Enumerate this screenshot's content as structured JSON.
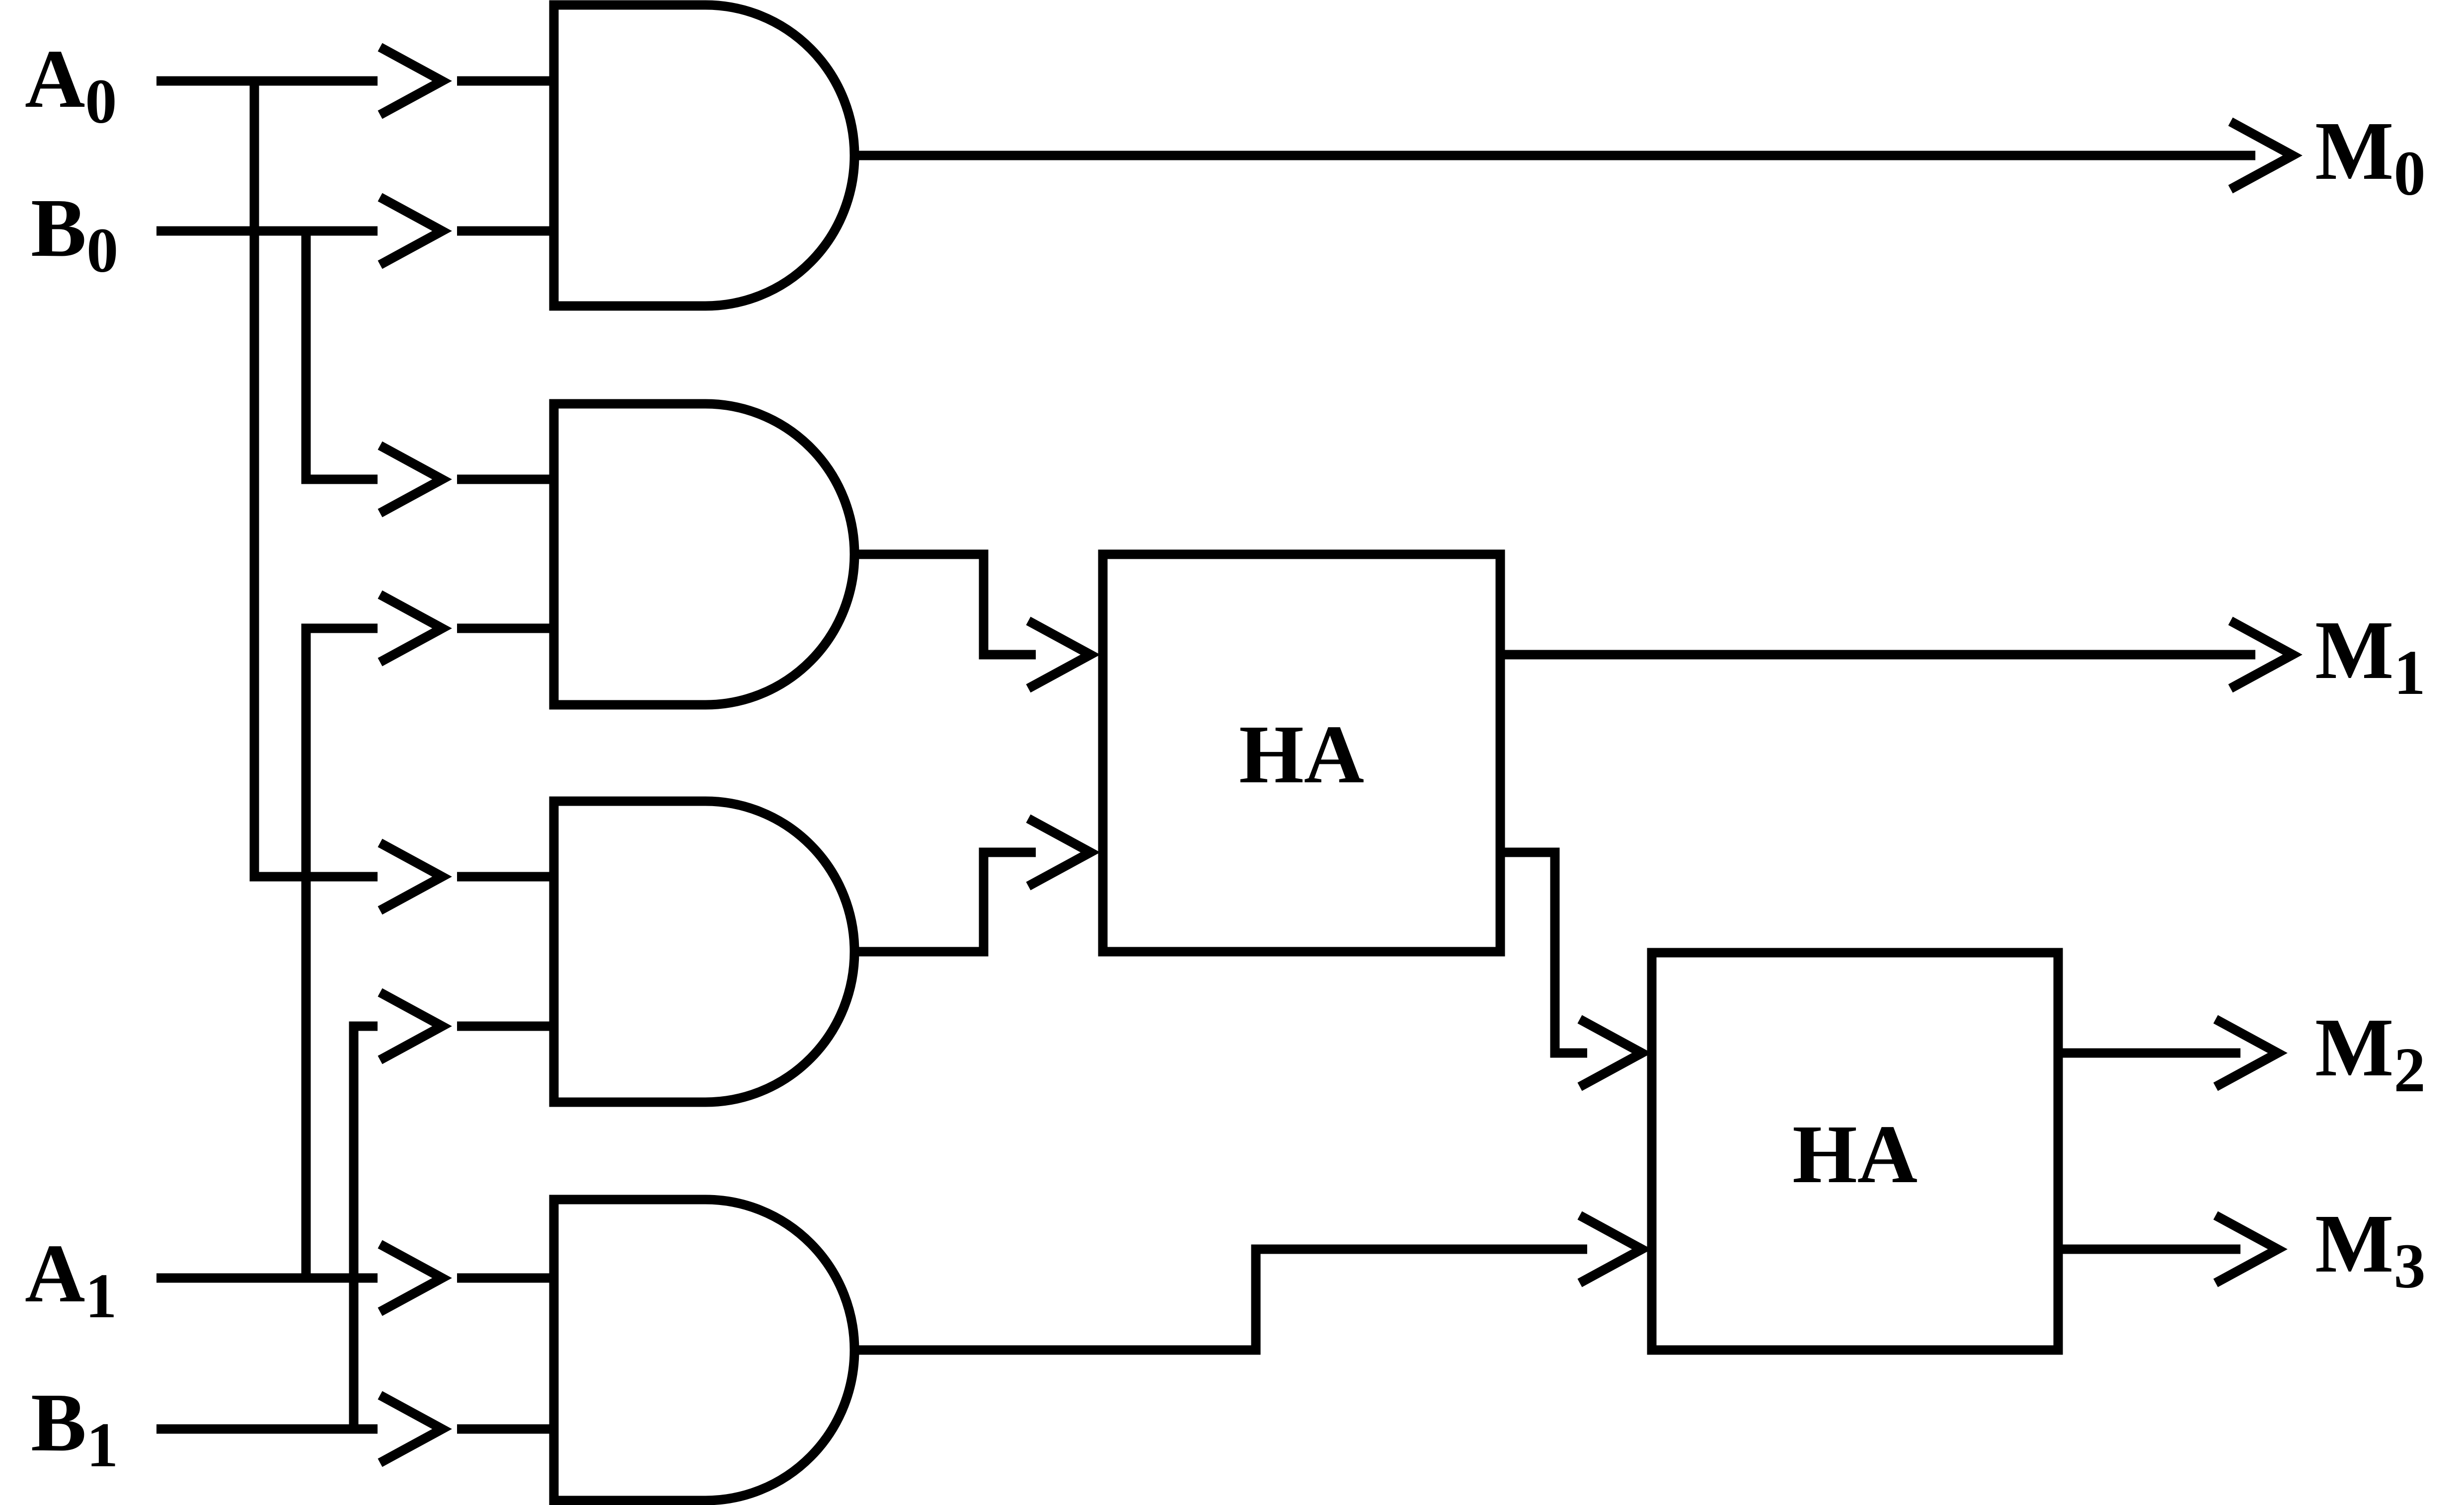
{
  "inputs": {
    "a0": {
      "base": "A",
      "sub": "0"
    },
    "b0": {
      "base": "B",
      "sub": "0"
    },
    "a1": {
      "base": "A",
      "sub": "1"
    },
    "b1": {
      "base": "B",
      "sub": "1"
    }
  },
  "outputs": {
    "m0": {
      "base": "M",
      "sub": "0"
    },
    "m1": {
      "base": "M",
      "sub": "1"
    },
    "m2": {
      "base": "M",
      "sub": "2"
    },
    "m3": {
      "base": "M",
      "sub": "3"
    }
  },
  "half_adders": {
    "ha1": {
      "label": "HA"
    },
    "ha2": {
      "label": "HA"
    }
  },
  "colors": {
    "stroke": "#000000",
    "background": "#ffffff"
  }
}
